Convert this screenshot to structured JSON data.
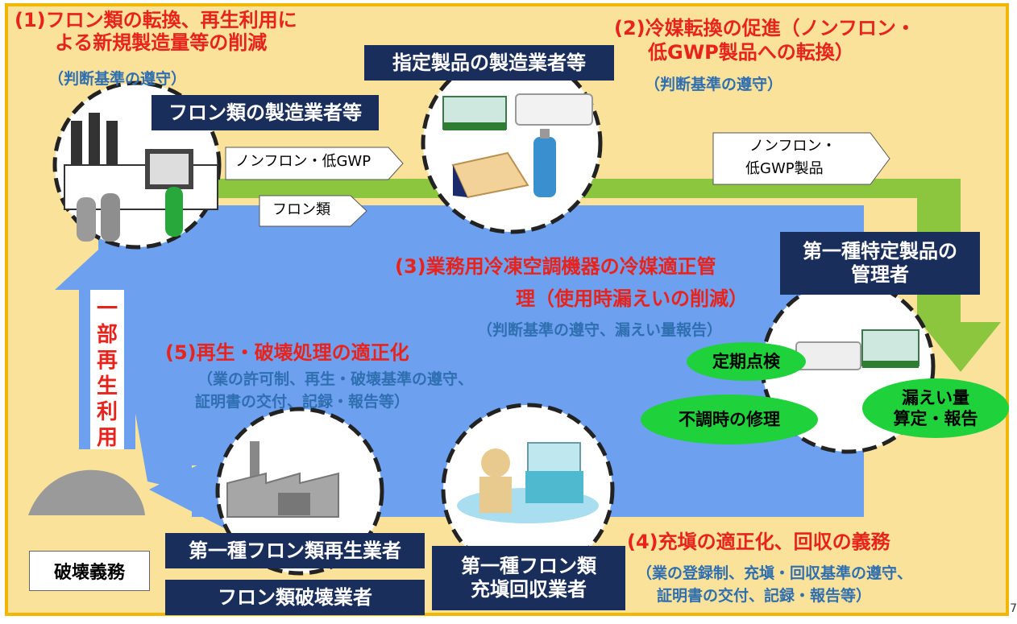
{
  "heading1": {
    "line1": "(1)フロン類の転換、再生利用に",
    "line2": "よる新規製造量等の削減",
    "note": "（判断基準の遵守）"
  },
  "heading2": {
    "line1": "(2)冷媒転換の促進（ノンフロン・",
    "line2": "低GWP製品への転換）",
    "note": "（判断基準の遵守）"
  },
  "heading3": {
    "line1": "(3)業務用冷凍空調機器の冷媒適正管",
    "line2": "理（使用時漏えいの削減）",
    "note": "（判断基準の遵守、漏えい量報告）"
  },
  "heading4": {
    "line1": "(4)充塡の適正化、回収の義務",
    "note1": "（業の登録制、充塡・回収基準の遵守、",
    "note2": "証明書の交付、記録・報告等）"
  },
  "heading5": {
    "line1": "(5)再生・破壊処理の適正化",
    "note1": "（業の許可制、再生・破壊基準の遵守、",
    "note2": "証明書の交付、記録・報告等）"
  },
  "actors": {
    "fluorocarbon_manufacturer": "フロン類の製造業者等",
    "product_manufacturer": "指定製品の製造業者等",
    "equipment_manager_line1": "第一種特定製品の",
    "equipment_manager_line2": "管理者",
    "recycler": "第一種フロン類再生業者",
    "destroyer": "フロン類破壊業者",
    "filler_line1": "第一種フロン類",
    "filler_line2": "充塡回収業者"
  },
  "flow_labels": {
    "non_fluoro": "ノンフロン・低GWP",
    "fluorocarbons": "フロン類",
    "product_line1": "ノンフロン・",
    "product_line2": "低GWP製品"
  },
  "ovals": {
    "inspection": "定期点検",
    "repair": "不調時の修理",
    "leak_line1": "漏えい量",
    "leak_line2": "算定・報告"
  },
  "recycle_chars": [
    "一",
    "部",
    "再",
    "生",
    "利",
    "用"
  ],
  "destruction_duty": "破壊義務",
  "page_number": "7",
  "colors": {
    "frame": "#f2b705",
    "background": "#fbe29a",
    "navy": "#1a2e5c",
    "red": "#e8231c",
    "blue_text": "#2f6fb0",
    "green_arrow": "#8cc63f",
    "blue_arrow": "#6ea0f0",
    "green_oval": "#1fd13a"
  }
}
